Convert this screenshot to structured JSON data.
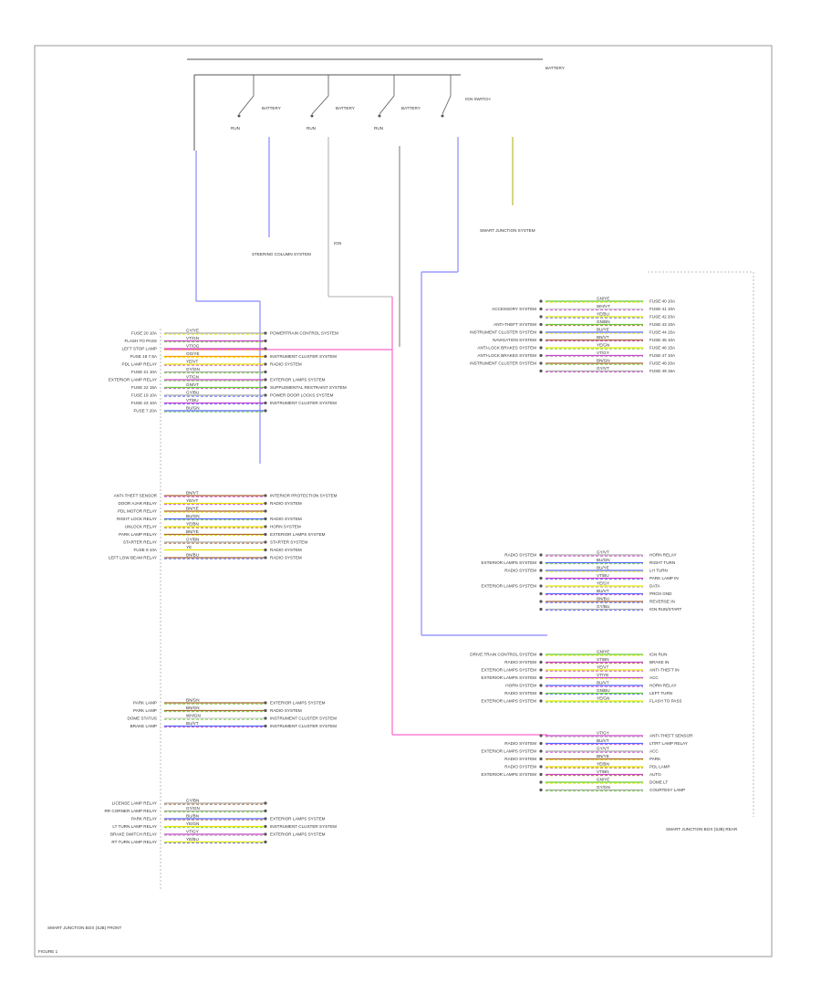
{
  "power_label": "BATTERY",
  "relays": [
    {
      "id": "k1",
      "label": "BATTERY"
    },
    {
      "id": "k2",
      "label": "BATTERY"
    },
    {
      "id": "k3",
      "label": "BATTERY"
    },
    {
      "id": "k4",
      "label": "IGN SWITCH"
    }
  ],
  "relay_caption": "RUN",
  "feed_labels": {
    "steering": "STEERING COLUMN SYSTEM",
    "smart": "SMART JUNCTION SYSTEM",
    "ign": "IGN"
  },
  "left_module": {
    "caption": "SMART JUNCTION BOX (SJB) FRONT",
    "pins": [
      {
        "label": "FUSE 20 10A",
        "wire": "GY/YE",
        "dest": "POWERTRAIN CONTROL SYSTEM"
      },
      {
        "label": "FLASH TO PASS",
        "wire": "VT/GN",
        "dest": ""
      },
      {
        "label": "LEFT STOP LAMP",
        "wire": "VT/OG",
        "dest": ""
      },
      {
        "label": "FUSE 18 7.5A",
        "wire": "OG/YE",
        "dest": "INSTRUMENT CLUSTER SYSTEM"
      },
      {
        "label": "PDL LAMP RELAY",
        "wire": "YE/VT",
        "dest": "RADIO SYSTEM"
      },
      {
        "label": "FUSE 21 10A",
        "wire": "GY/GN",
        "dest": ""
      },
      {
        "label": "EXTERIOR LAMP RELAY",
        "wire": "VT/GN",
        "dest": "EXTERIOR LAMPS SYSTEM"
      },
      {
        "label": "FUSE 22 15A",
        "wire": "GN/VT",
        "dest": "SUPPLEMENTAL RESTRAINT SYSTEM"
      },
      {
        "label": "FUSE 19 10A",
        "wire": "GY/BU",
        "dest": "POWER DOOR LOCKS SYSTEM"
      },
      {
        "label": "FUSE 23 10A",
        "wire": "VT/BU",
        "dest": "INSTRUMENT CLUSTER SYSTEM"
      },
      {
        "label": "FUSE 7 20A",
        "wire": "BU/GN",
        "dest": ""
      }
    ],
    "pins2": [
      {
        "label": "ANTI-THEFT SENSOR",
        "wire": "BN/VT",
        "dest": "INTERIOR PROTECTION SYSTEM"
      },
      {
        "label": "DOOR AJAR RELAY",
        "wire": "YE/VT",
        "dest": "RADIO SYSTEM"
      },
      {
        "label": "PDL MOTOR RELAY",
        "wire": "BN/YE",
        "dest": ""
      },
      {
        "label": "RIGHT LOCK RELAY",
        "wire": "BU/GN",
        "dest": "RADIO SYSTEM"
      },
      {
        "label": "UNLOCK RELAY",
        "wire": "YE/BN",
        "dest": "HORN SYSTEM"
      },
      {
        "label": "PARK LAMP RELAY",
        "wire": "BN/YE",
        "dest": "EXTERIOR LAMPS SYSTEM"
      },
      {
        "label": "STARTER RELAY",
        "wire": "GY/BN",
        "dest": "STARTER SYSTEM"
      },
      {
        "label": "FUSE 9 10A",
        "wire": "YE",
        "dest": "RADIO SYSTEM"
      },
      {
        "label": "LEFT LOW BEAM RELAY",
        "wire": "BN/BU",
        "dest": "RADIO SYSTEM"
      }
    ],
    "pins3": [
      {
        "label": "PARK LAMP",
        "wire": "BN/GN",
        "dest": "EXTERIOR LAMPS SYSTEM"
      },
      {
        "label": "PARK LAMP",
        "wire": "BN/GN",
        "dest": "RADIO SYSTEM"
      },
      {
        "label": "DOME STATUS",
        "wire": "WH/GN",
        "dest": "INSTRUMENT CLUSTER SYSTEM"
      },
      {
        "label": "BRAKE LAMP",
        "wire": "BU/VT",
        "dest": "INSTRUMENT CLUSTER SYSTEM"
      }
    ],
    "pins4": [
      {
        "label": "LICENSE LAMP RELAY",
        "wire": "GY/BN",
        "dest": ""
      },
      {
        "label": "RR CORNER LAMP RELAY",
        "wire": "GY/GN",
        "dest": ""
      },
      {
        "label": "PARK RELAY",
        "wire": "BU/BN",
        "dest": "EXTERIOR LAMPS SYSTEM"
      },
      {
        "label": "LT TURN LAMP RELAY",
        "wire": "YE/GN",
        "dest": "INSTRUMENT CLUSTER SYSTEM"
      },
      {
        "label": "BRAKE SWITCH RELAY",
        "wire": "VT/GY",
        "dest": "EXTERIOR LAMPS SYSTEM"
      },
      {
        "label": "RT TURN LAMP RELAY",
        "wire": "YE/BU",
        "dest": ""
      }
    ]
  },
  "right_module": {
    "caption": "SMART JUNCTION BOX (SJB) REAR",
    "pins": [
      {
        "label": "FUSE 40 10A",
        "wire": "GN/YE",
        "dest": ""
      },
      {
        "label": "FUSE 41 10A",
        "wire": "WH/VT",
        "dest": "ACCESSORY SYSTEM"
      },
      {
        "label": "FUSE 42 20A",
        "wire": "YE/BU",
        "dest": ""
      },
      {
        "label": "FUSE 43 10A",
        "wire": "GN/BN",
        "dest": "ANTI-THEFT SYSTEM"
      },
      {
        "label": "FUSE 44 15A",
        "wire": "BU/YE",
        "dest": "INSTRUMENT CLUSTER SYSTEM"
      },
      {
        "label": "FUSE 45 10A",
        "wire": "BN/VT",
        "dest": "NAVIGATION SYSTEM"
      },
      {
        "label": "FUSE 46 15A",
        "wire": "YE/GN",
        "dest": "ANTI-LOCK BRAKES SYSTEM"
      },
      {
        "label": "FUSE 47 10A",
        "wire": "VT/GY",
        "dest": "ANTI-LOCK BRAKES SYSTEM"
      },
      {
        "label": "FUSE 48 20A",
        "wire": "BN/GN",
        "dest": "INSTRUMENT CLUSTER SYSTEM"
      },
      {
        "label": "FUSE 49 15A",
        "wire": "GY/VT",
        "dest": ""
      }
    ],
    "pins2": [
      {
        "label": "HORN RELAY",
        "wire": "GY/VT",
        "dest": "RADIO SYSTEM"
      },
      {
        "label": "RIGHT TURN",
        "wire": "BU/GN",
        "dest": "EXTERIOR LAMPS SYSTEM"
      },
      {
        "label": "LH TURN",
        "wire": "BU/YE",
        "dest": "RADIO SYSTEM"
      },
      {
        "label": "PARK LAMP IN",
        "wire": "VT/BU",
        "dest": ""
      },
      {
        "label": "DATA",
        "wire": "YE/GY",
        "dest": "EXTERIOR LAMPS SYSTEM"
      },
      {
        "label": "PROX GND",
        "wire": "BU/VT",
        "dest": ""
      },
      {
        "label": "REVERSE IN",
        "wire": "BN/BU",
        "dest": ""
      },
      {
        "label": "IGN RUN/START",
        "wire": "GY/BU",
        "dest": ""
      }
    ],
    "pins3": [
      {
        "label": "IGN RUN",
        "wire": "GN/YE",
        "dest": "DRIVE TRAIN CONTROL SYSTEM"
      },
      {
        "label": "BRAKE IN",
        "wire": "VT/BN",
        "dest": "RADIO SYSTEM"
      },
      {
        "label": "ANTI-THEFT IN",
        "wire": "YE/VT",
        "dest": "EXTERIOR LAMPS SYSTEM"
      },
      {
        "label": "ACC",
        "wire": "VT/YE",
        "dest": "EXTERIOR LAMPS SYSTEM"
      },
      {
        "label": "HORN RELAY",
        "wire": "BU/VT",
        "dest": "HORN SYSTEM"
      },
      {
        "label": "LEFT TURN",
        "wire": "GN/BU",
        "dest": "RADIO SYSTEM"
      },
      {
        "label": "FLASH TO PASS",
        "wire": "YE/GN",
        "dest": "EXTERIOR LAMPS SYSTEM"
      }
    ],
    "pins4": [
      {
        "label": "ANTI-THEFT SENSOR",
        "wire": "VT/GY",
        "dest": ""
      },
      {
        "label": "LT/RT LAMP RELAY",
        "wire": "BU/VT",
        "dest": "RADIO SYSTEM"
      },
      {
        "label": "ACC",
        "wire": "GY/VT",
        "dest": "EXTERIOR LAMPS SYSTEM"
      },
      {
        "label": "PARK",
        "wire": "BN/YE",
        "dest": "RADIO SYSTEM"
      },
      {
        "label": "PDL LAMP",
        "wire": "YE/BN",
        "dest": "RADIO SYSTEM"
      },
      {
        "label": "AUTO",
        "wire": "VT/BN",
        "dest": "EXTERIOR LAMPS SYSTEM"
      },
      {
        "label": "DOME LT",
        "wire": "GN/YE",
        "dest": ""
      },
      {
        "label": "COURTESY LAMP",
        "wire": "GY/GN",
        "dest": ""
      }
    ]
  },
  "page_number": "FIGURE 1"
}
